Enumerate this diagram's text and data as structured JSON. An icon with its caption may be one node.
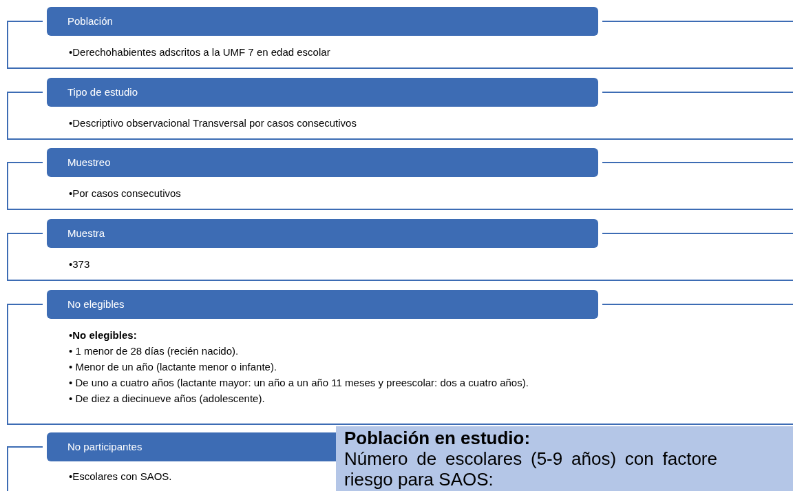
{
  "diagram": {
    "nodes": [
      {
        "text": [
          "Población"
        ]
      },
      {
        "text": [
          "•Derechohabientes adscritos a la UMF 7 en edad escolar"
        ]
      },
      {
        "text": [
          "Tipo de estudio"
        ]
      },
      {
        "text": [
          "•Descriptivo observacional Transversal por casos consecutivos"
        ]
      },
      {
        "text": [
          "Muestreo"
        ]
      },
      {
        "text": [
          "•Por casos consecutivos"
        ]
      },
      {
        "text": [
          "Muestra"
        ]
      },
      {
        "text": [
          "•373"
        ]
      },
      {
        "text": [
          "No elegibles"
        ]
      },
      {
        "text": [
          "•**No elegibles:**",
          "• 1 menor de 28 días (recién nacido).",
          "• Menor de un año (lactante menor o infante).",
          "• De uno a cuatro años (lactante mayor: un año a un año 11 meses y preescolar: dos a cuatro años).",
          "• De diez a diecinueve años (adolescente)."
        ]
      },
      {
        "text": [
          "No participantes"
        ]
      },
      {
        "text": [
          "•Escolares con SAOS."
        ]
      },
      {
        "text": [
          "Población en estudio:",
          "Número de escolares (5-9 años) con factore riesgo para SAOS:"
        ]
      }
    ]
  }
}
